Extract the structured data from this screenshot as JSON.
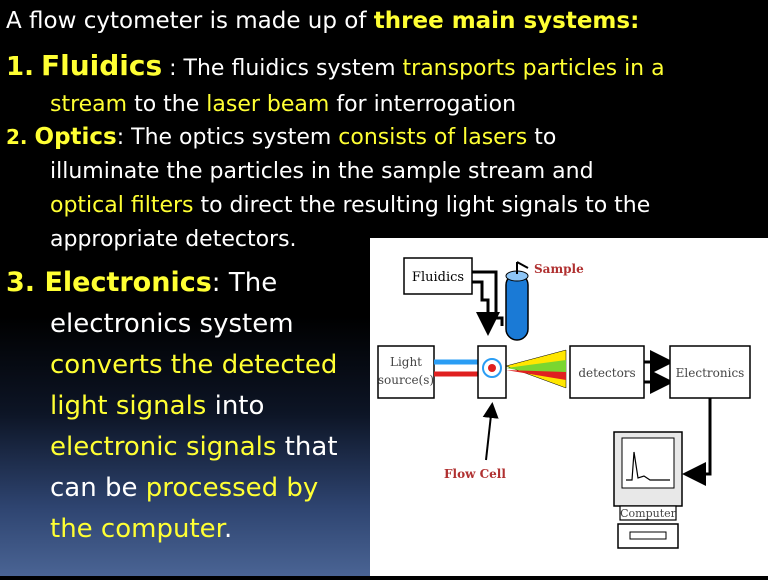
{
  "intro": {
    "lead": "A flow cytometer is made up of ",
    "emph": "three main systems:"
  },
  "item1": {
    "number": "1.",
    "heading": "Fluidics",
    "sep": " : ",
    "text_a": "The fluidics system ",
    "text_b": "transports particles in a",
    "text_c": "stream",
    "text_d": " to the ",
    "text_e": "laser beam",
    "text_f": " for interrogation"
  },
  "item2": {
    "number": "2.",
    "heading": "Optics",
    "sep": ": ",
    "text_a": "The optics system ",
    "text_b": "consists of lasers",
    "text_c": " to",
    "line2": "illuminate the particles in the sample stream and",
    "text_d": "optical filters",
    "text_e": " to direct the resulting light signals to the",
    "line4": "appropriate detectors."
  },
  "item3": {
    "heading": "3. Electronics",
    "sep": ": ",
    "text_a": "The",
    "line2": "electronics system",
    "line3": "converts the detected",
    "line4a": "light signals",
    "line4b": " into",
    "line5a": "electronic signals",
    "line5b": " that",
    "line6a": "can be ",
    "line6b": "processed by",
    "line7a": "the computer",
    "line7b": "."
  },
  "diagram": {
    "fluidics": "Fluidics",
    "sample": "Sample",
    "light_source_1": "Light",
    "light_source_2": "source(s)",
    "detectors": "detectors",
    "electronics": "Electronics",
    "flow_cell": "Flow Cell",
    "computer": "Computer"
  },
  "colors": {
    "accent": "#ffff33",
    "text": "#ffffff",
    "background_top": "#000000",
    "background_bottom": "#4a6494"
  }
}
